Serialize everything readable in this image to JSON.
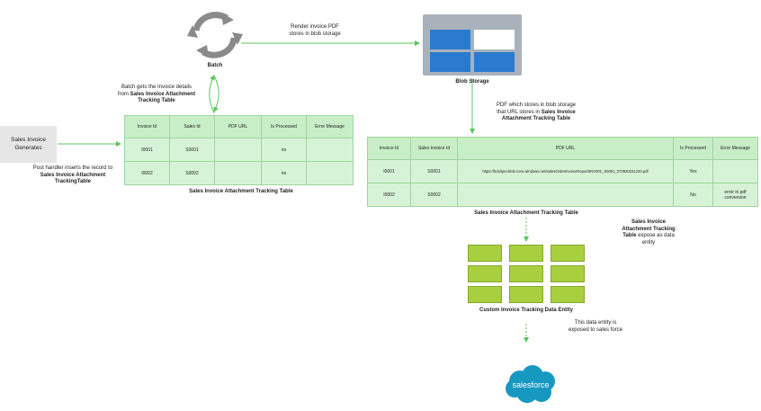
{
  "source": {
    "label_line1": "Sales Invoice",
    "label_line2": "Generates"
  },
  "batch": {
    "label": "Batch"
  },
  "blob": {
    "label": "Blob Storage"
  },
  "notes": {
    "render_line1": "Render invoice PDF",
    "render_line2": "stores in blob storage",
    "batch_gets_line1": "Batch gets the Invoice details",
    "batch_gets_line2_pre": "from ",
    "batch_gets_line2_bold": "Sales Invoice Attachment",
    "batch_gets_line3_bold": "Tracking Table",
    "post_line1": "Post handler inserts the record  to",
    "post_line2_bold": "Sales Invoice Attachment",
    "post_line3_bold": "TrackingTable",
    "pdf_line1": "PDF which stores in blob storage",
    "pdf_line2_pre": "that URL stores in ",
    "pdf_line2_bold": "Sales Invoice",
    "pdf_line3_bold": "Attachment Tracking Table",
    "expose_line1_bold": "Sales Invoice",
    "expose_line2_bold": "Attachment Tracking",
    "expose_line3_bold": "Table",
    "expose_line3_rest": " expose as data",
    "expose_line4": "entity",
    "exposed_line1": "This data entity is",
    "exposed_line2": "exposed to sales force"
  },
  "table_left": {
    "caption": "Sales Invoice Attachment Tracking Table",
    "headers": [
      "Invoice Id",
      "Sales Id",
      "PDF URL",
      "Is Processed",
      "Error Message"
    ],
    "rows": [
      [
        "I0001",
        "S0001",
        "",
        "no",
        ""
      ],
      [
        "I0002",
        "S0002",
        "",
        "no",
        ""
      ]
    ]
  },
  "table_right": {
    "caption": "Sales Invoice Attachment Tracking Table",
    "headers": [
      "Invoice Id",
      "Sales Invoice Id",
      "PDF URL",
      "Is Processed",
      "Error Message"
    ],
    "rows": [
      [
        "I0001",
        "S0001",
        "https://hoshpet.blob.core.windows.net/salesOrderInvoiceReport/INV001_S0001_073920231233.pdf",
        "Yes",
        ""
      ],
      [
        "I0002",
        "S0002",
        "",
        "No",
        "error in pdf conversion"
      ]
    ]
  },
  "entity": {
    "label": "Custom Invoice Tracking Data Entity"
  },
  "salesforce": {
    "label": "salesforce"
  },
  "colors": {
    "arrow": "#5cc45c",
    "table_fill": "#d7f3d7",
    "entity_fill": "#a8cf3e",
    "blob_dark": "#2a7bd0",
    "blob_frame": "#a9b1ba",
    "salesforce": "#1798c1"
  }
}
